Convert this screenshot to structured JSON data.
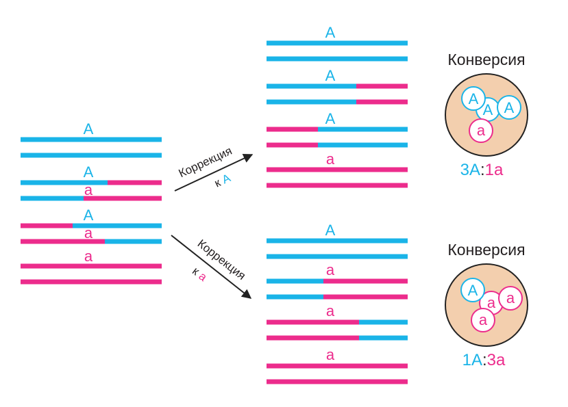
{
  "colors": {
    "allele_A": "#1ab4e8",
    "allele_a": "#ec2c8c",
    "cell_fill": "#f3cfae",
    "arrow": "#222222",
    "text": "#231f20"
  },
  "left_group": {
    "labels": [
      "A",
      "A",
      "a",
      "A",
      "a",
      "a"
    ]
  },
  "arrows": {
    "top": {
      "word": "Коррекция",
      "prefix": "к",
      "allele": "A"
    },
    "bottom": {
      "word": "Коррекция",
      "prefix": "к",
      "allele": "a"
    }
  },
  "top_result": {
    "labels": [
      "A",
      "A",
      "A",
      "a"
    ],
    "conversion_title": "Конверсия",
    "cell_circles": [
      "A",
      "A",
      "A",
      "a"
    ],
    "ratio": {
      "left_num": "3",
      "left_allele": "A",
      "sep": ":",
      "right_num": "1",
      "right_allele": "a"
    }
  },
  "bottom_result": {
    "labels": [
      "A",
      "a",
      "a",
      "a"
    ],
    "conversion_title": "Конверсия",
    "cell_circles": [
      "A",
      "a",
      "a",
      "a"
    ],
    "ratio": {
      "left_num": "1",
      "left_allele": "A",
      "sep": ":",
      "right_num": "3",
      "right_allele": "a"
    }
  }
}
